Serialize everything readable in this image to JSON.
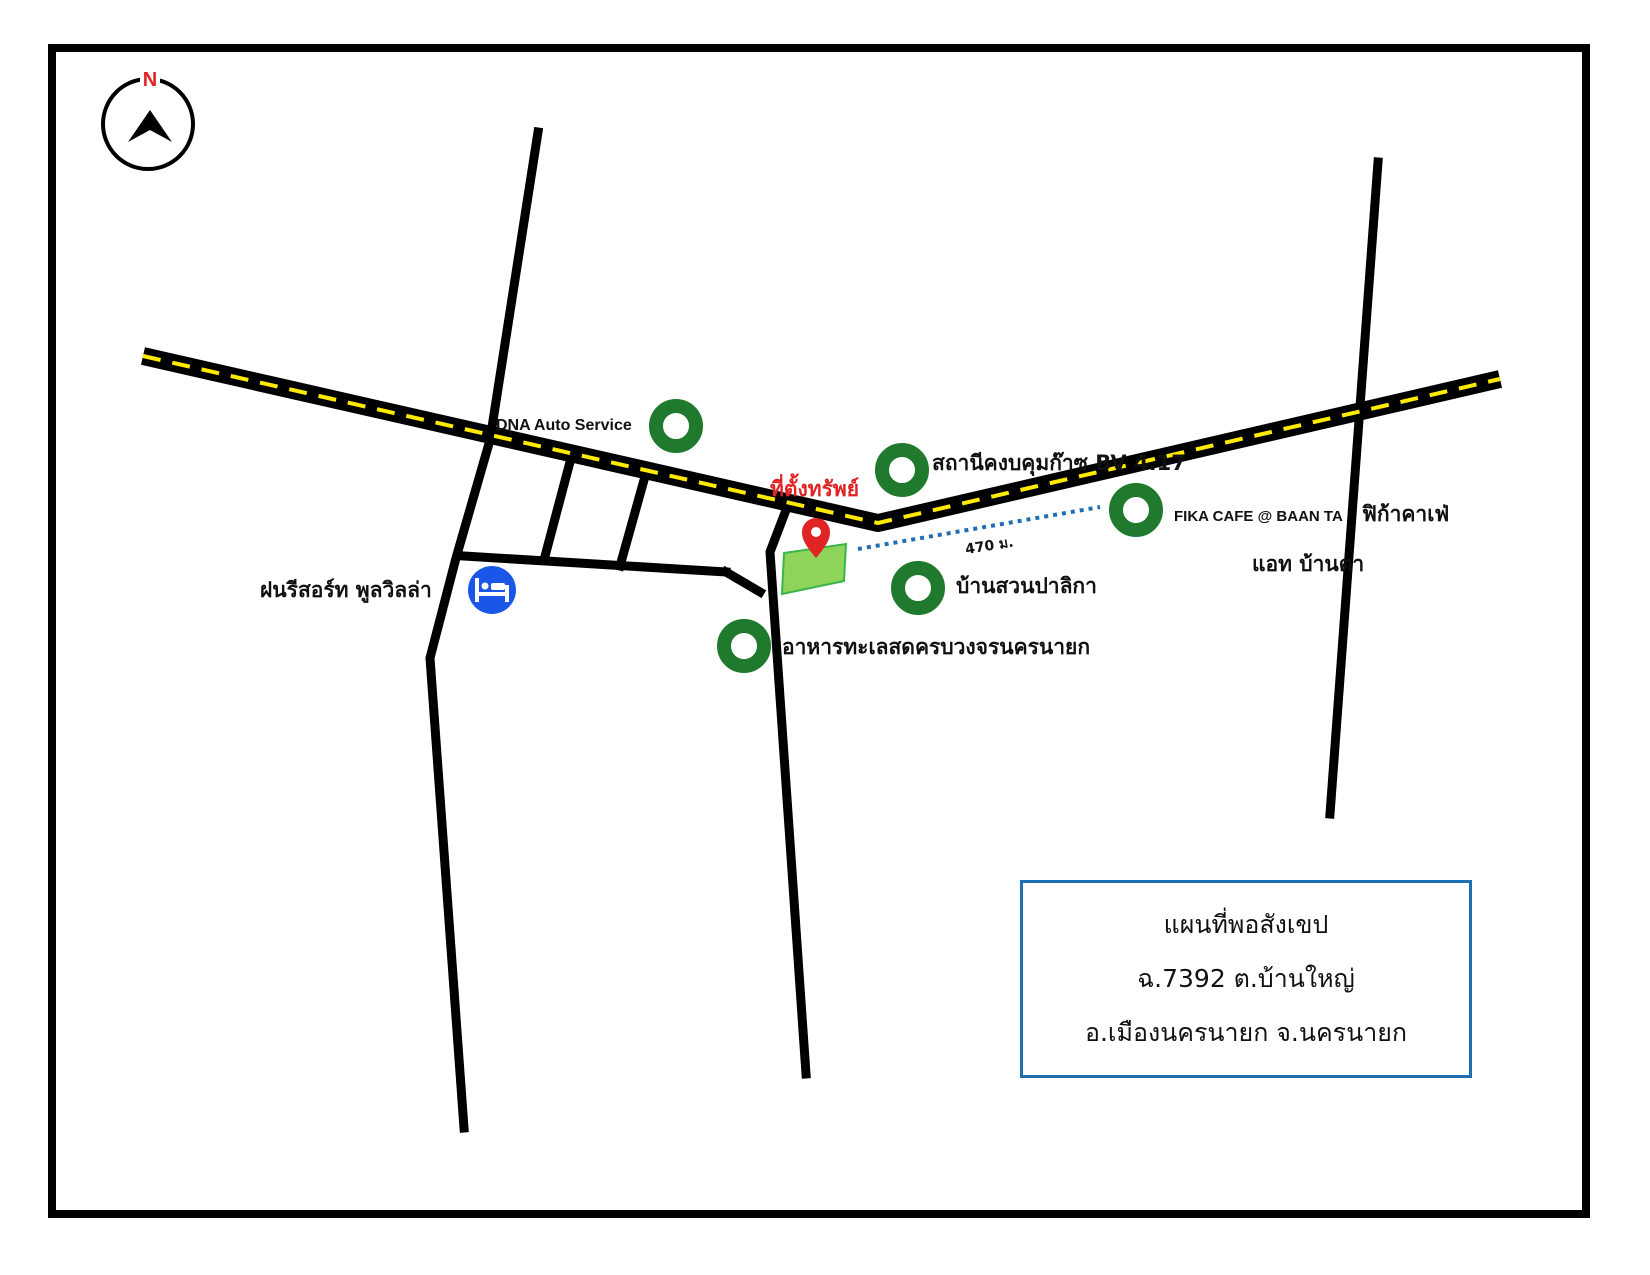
{
  "compass": {
    "letter": "N",
    "icon": "north-arrow-icon"
  },
  "colors": {
    "road": "#000000",
    "road_center_line": "#ffeb00",
    "poi_marker": "#1f7a2e",
    "hotel_marker": "#1a56e8",
    "pin": "#e02424",
    "plot_fill": "#8fd45a",
    "plot_border": "#3ab54a",
    "distance_line": "#1f6fb5",
    "highlight_label": "#e02424",
    "info_border": "#1f6fb5"
  },
  "labels": {
    "property": "ที่ตั้งทรัพย์",
    "distance": "470 ม.",
    "dna": "DNA Auto Service",
    "gas_station": "สถานีคงบคุมก๊าซ BV 4.17",
    "fika_en": "FIKA CAFE @ BAAN TA",
    "fika_th_1": "ฟิก้าคาเฟ่",
    "fika_th_2": "แอท บ้านตา",
    "baan_suan": "บ้านสวนปาลิกา",
    "seafood": "อาหารทะเลสดครบวงจรนครนายก",
    "resort": "ฝนรีสอร์ท พูลวิลล่า"
  },
  "icons": {
    "poi": "poi-marker-icon",
    "hotel": "hotel-bed-icon",
    "pin": "location-pin-icon"
  },
  "info_box": {
    "title": "แผนที่พอสังเขป",
    "line2": "ฉ.7392 ต.บ้านใหญ่",
    "line3": "อ.เมืองนครนายก จ.นครนายก"
  }
}
